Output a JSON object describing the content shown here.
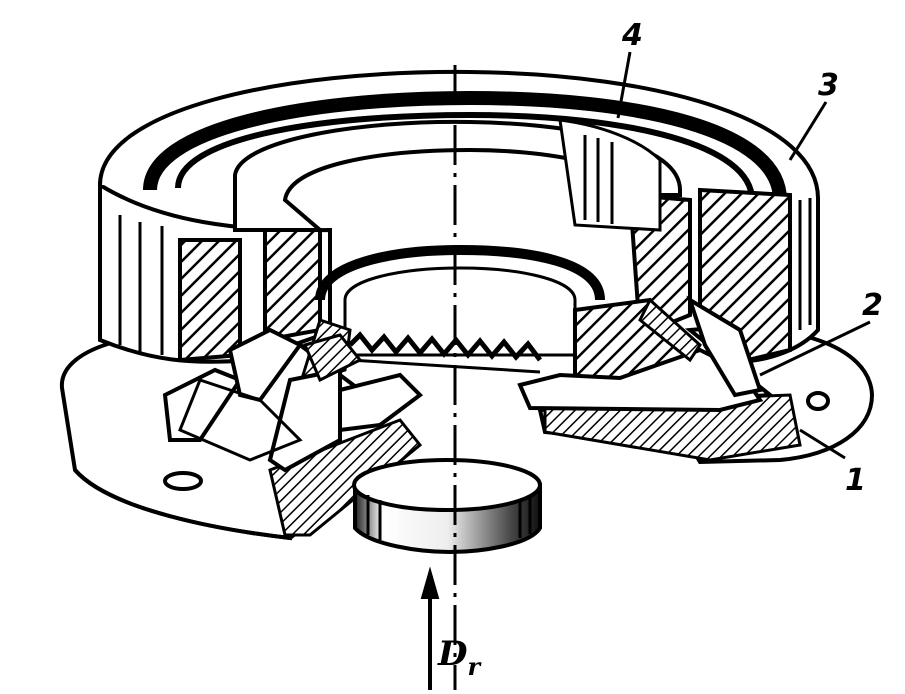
{
  "diagram": {
    "callouts": [
      {
        "id": "part-1",
        "label": "1"
      },
      {
        "id": "part-2",
        "label": "2"
      },
      {
        "id": "part-3",
        "label": "3"
      },
      {
        "id": "part-4",
        "label": "4"
      }
    ],
    "force_symbol": "D",
    "force_subscript": "r"
  }
}
